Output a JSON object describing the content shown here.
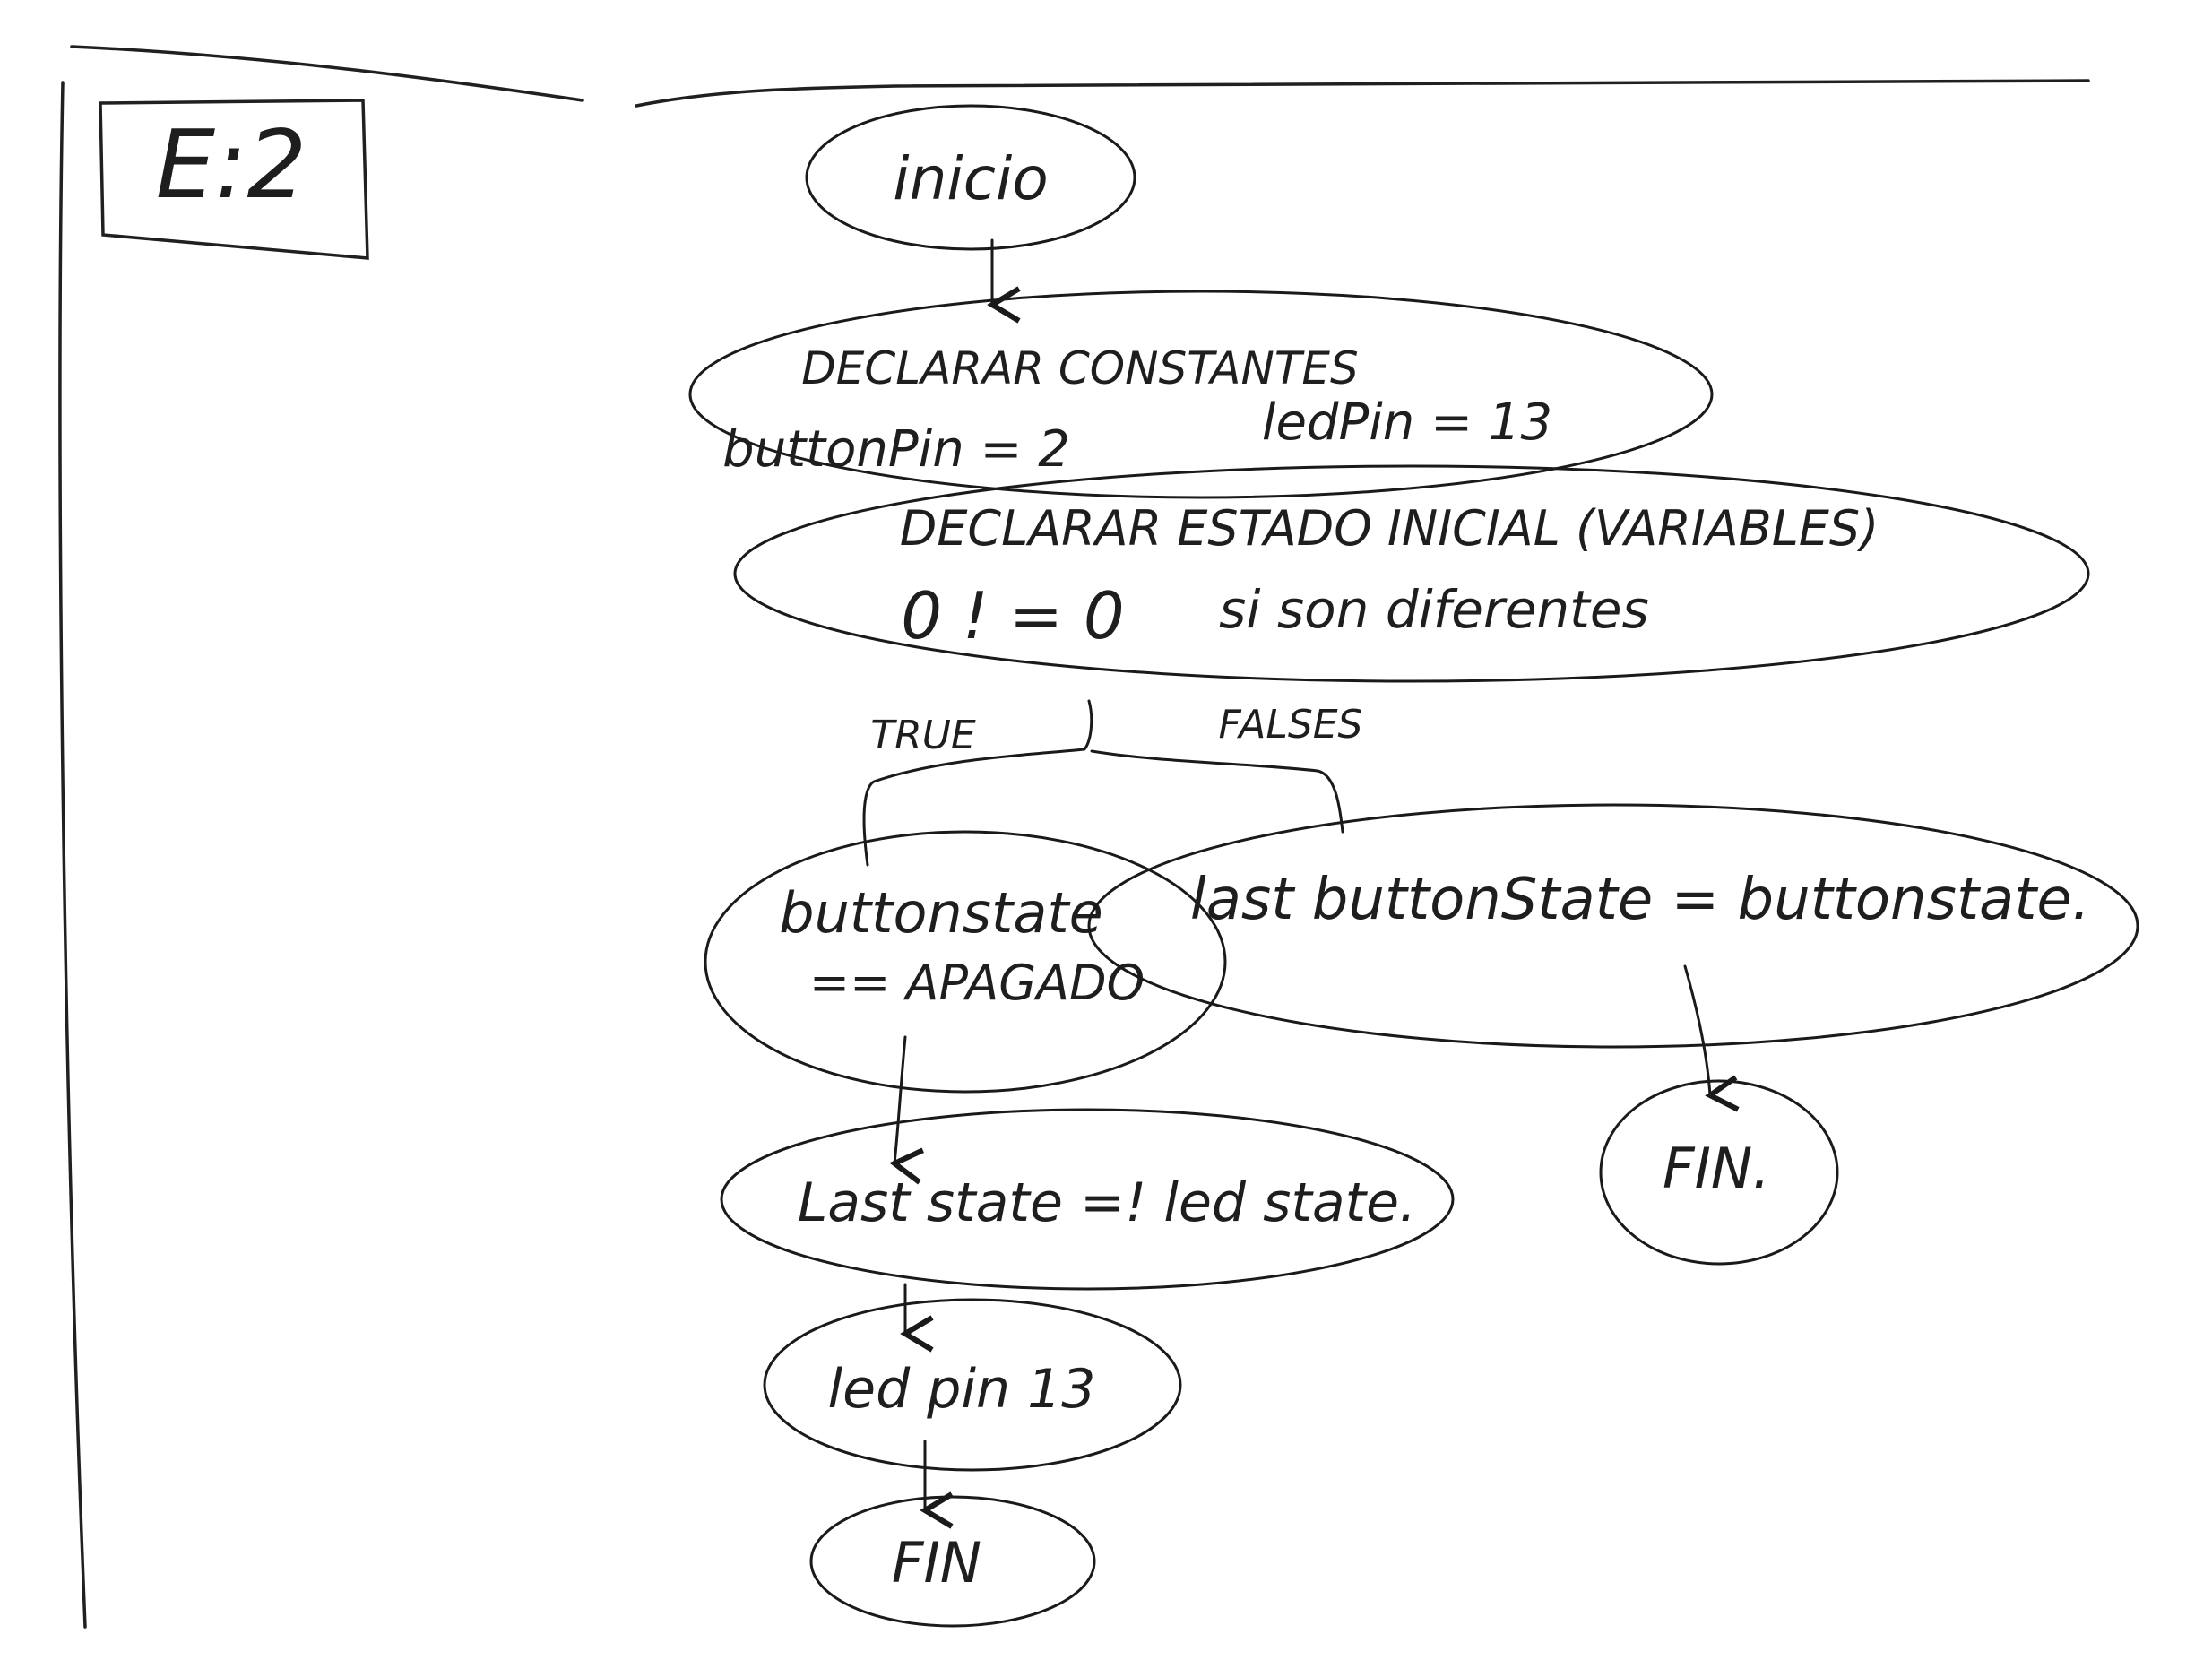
{
  "exercise": {
    "label": "E:2"
  },
  "nodes": {
    "start": "inicio",
    "constants_title": "DECLARAR CONSTANTES",
    "constants_button": "buttonPin = 2",
    "constants_led": "ledPin = 13",
    "state_title": "DECLARAR ESTADO INICIAL (VARIABLES)",
    "state_check": "0 ! = 0",
    "state_note": "si son diferentes",
    "true_branch_line1": "buttonstate",
    "true_branch_line2": "== APAGADO",
    "false_branch": "last buttonState = buttonstate.",
    "toggle": "Last state =! led state.",
    "led": "led pin 13",
    "end_true": "FIN",
    "end_false": "FIN."
  },
  "branches": {
    "true_label": "TRUE",
    "false_label": "FALSES"
  },
  "colors": {
    "ink": "#1a1a1a",
    "paper": "#ffffff"
  }
}
